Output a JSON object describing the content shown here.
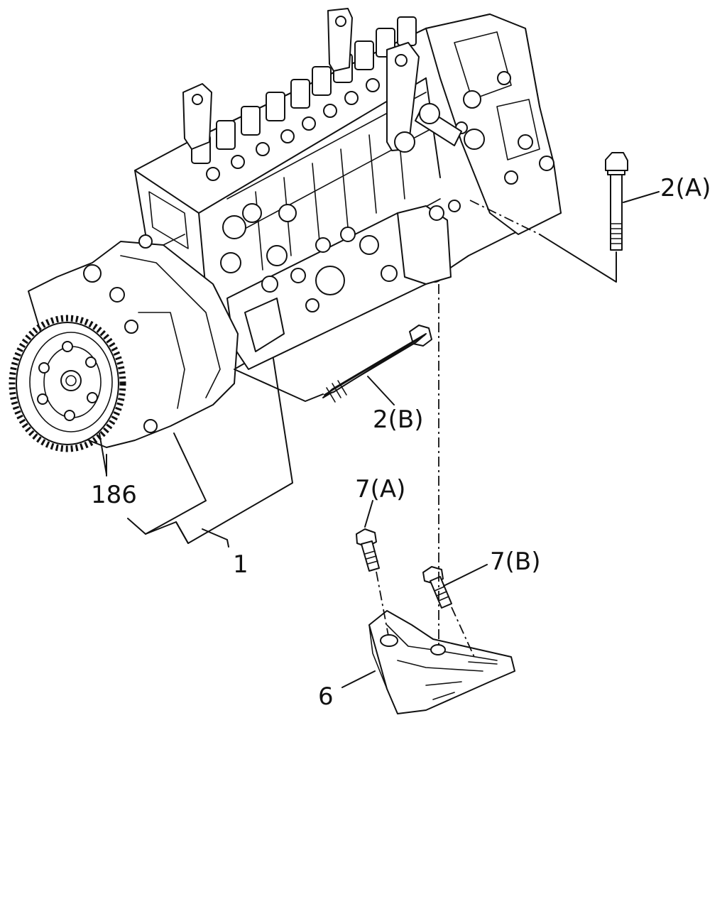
{
  "diagram": {
    "callouts": {
      "c_2a": "2(A)",
      "c_2b": "2(B)",
      "c_186": "186",
      "c_1": "1",
      "c_7a": "7(A)",
      "c_7b": "7(B)",
      "c_6": "6"
    },
    "colors": {
      "ink": "#111111",
      "paper": "#ffffff"
    }
  }
}
